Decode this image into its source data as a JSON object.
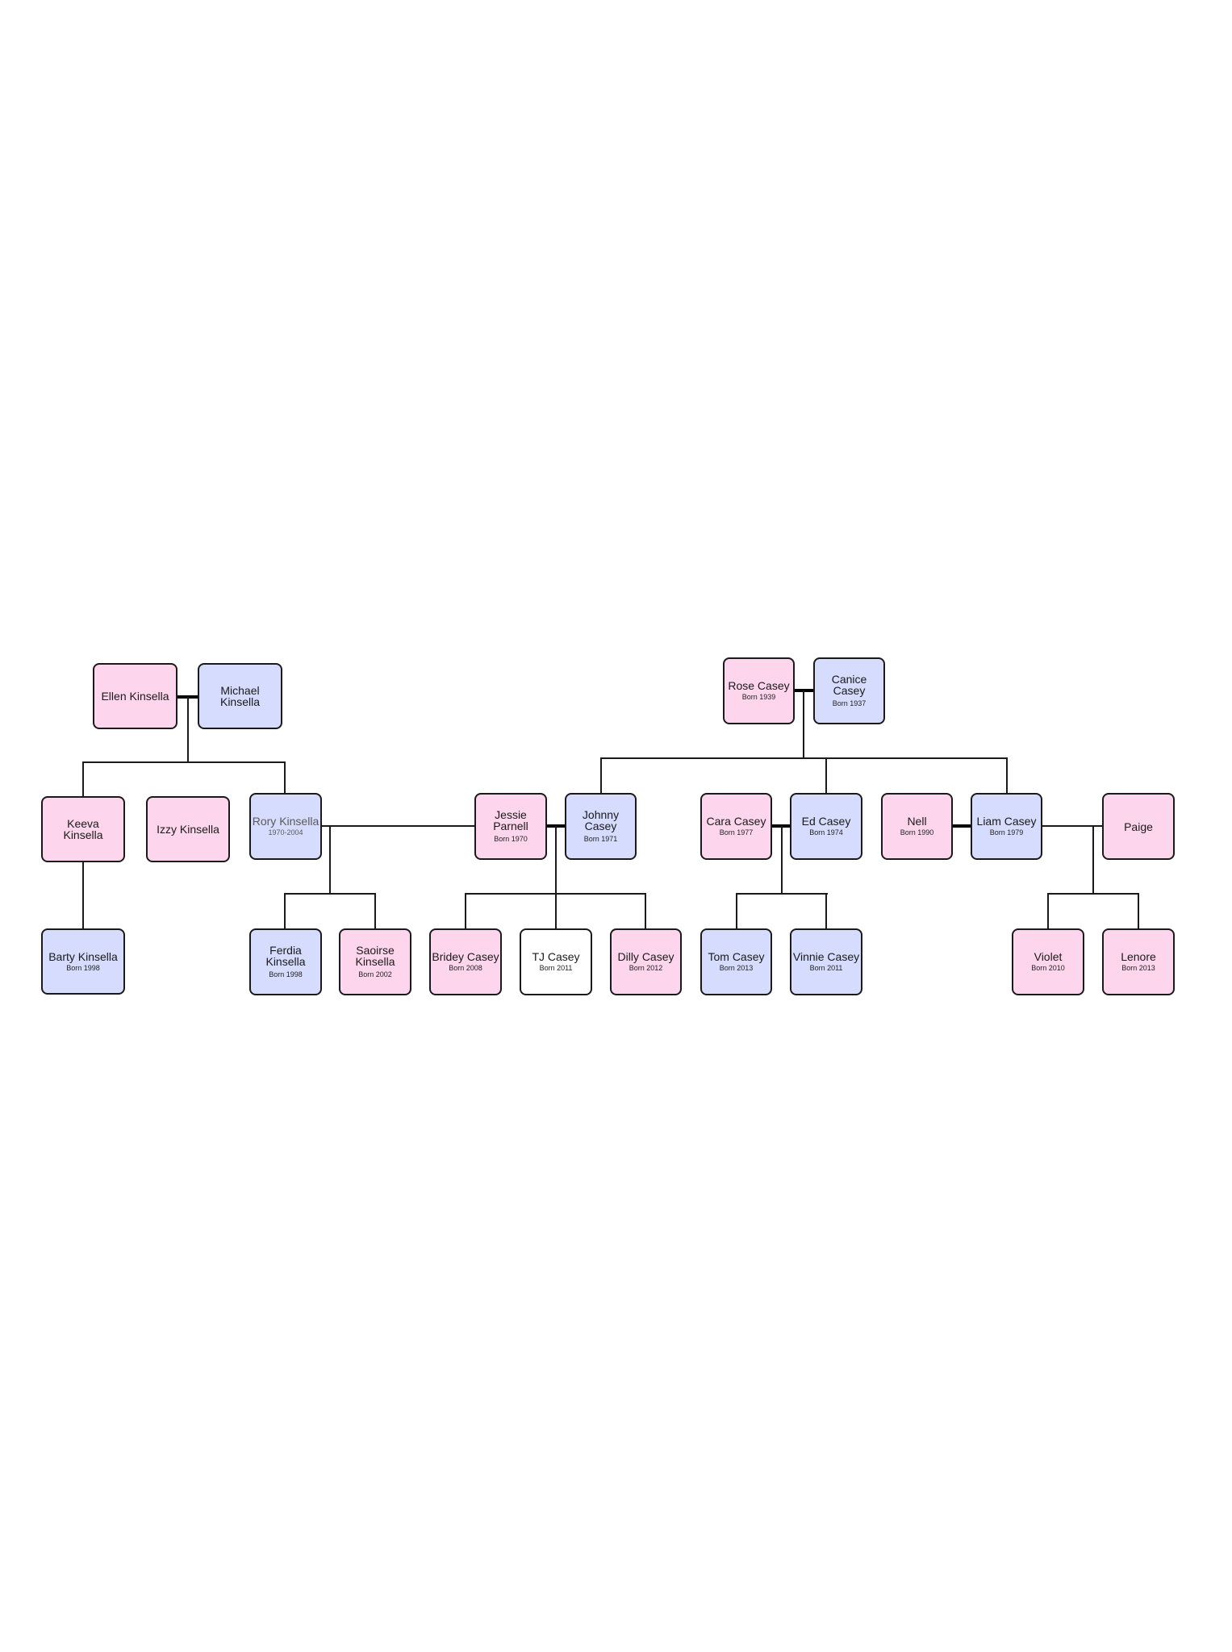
{
  "colors": {
    "female": "#fdd5ec",
    "male": "#d6dcfd",
    "unknown": "#ffffff",
    "border": "#1a1a1a",
    "deceased_text": "#5a5a5a"
  },
  "people": {
    "ellen": {
      "name": "Ellen Kinsella",
      "dates": ""
    },
    "michael": {
      "name": "Michael Kinsella",
      "dates": ""
    },
    "keeva": {
      "name": "Keeva Kinsella",
      "dates": ""
    },
    "izzy": {
      "name": "Izzy Kinsella",
      "dates": ""
    },
    "rory": {
      "name": "Rory Kinsella",
      "dates": "1970-2004"
    },
    "barty": {
      "name": "Barty Kinsella",
      "dates": "Born 1998"
    },
    "ferdia": {
      "name": "Ferdia Kinsella",
      "dates": "Born 1998"
    },
    "saoirse": {
      "name": "Saoirse Kinsella",
      "dates": "Born 2002"
    },
    "rose": {
      "name": "Rose Casey",
      "dates": "Born 1939"
    },
    "canice": {
      "name": "Canice Casey",
      "dates": "Born 1937"
    },
    "jessie": {
      "name": "Jessie Parnell",
      "dates": "Born 1970"
    },
    "johnny": {
      "name": "Johnny Casey",
      "dates": "Born 1971"
    },
    "cara": {
      "name": "Cara Casey",
      "dates": "Born 1977"
    },
    "ed": {
      "name": "Ed Casey",
      "dates": "Born 1974"
    },
    "nell": {
      "name": "Nell",
      "dates": "Born 1990"
    },
    "liam": {
      "name": "Liam Casey",
      "dates": "Born 1979"
    },
    "paige": {
      "name": "Paige",
      "dates": ""
    },
    "bridey": {
      "name": "Bridey Casey",
      "dates": "Born 2008"
    },
    "tj": {
      "name": "TJ Casey",
      "dates": "Born 2011"
    },
    "dilly": {
      "name": "Dilly Casey",
      "dates": "Born 2012"
    },
    "tom": {
      "name": "Tom Casey",
      "dates": "Born 2013"
    },
    "vinnie": {
      "name": "Vinnie Casey",
      "dates": "Born 2011"
    },
    "violet": {
      "name": "Violet",
      "dates": "Born 2010"
    },
    "lenore": {
      "name": "Lenore",
      "dates": "Born 2013"
    }
  },
  "relationships": {
    "couples": [
      [
        "Ellen Kinsella",
        "Michael Kinsella"
      ],
      [
        "Rose Casey",
        "Canice Casey"
      ],
      [
        "Jessie Parnell",
        "Johnny Casey"
      ],
      [
        "Cara Casey",
        "Ed Casey"
      ],
      [
        "Nell",
        "Liam Casey"
      ]
    ],
    "partners": [
      [
        "Rory Kinsella",
        "Jessie Parnell"
      ],
      [
        "Liam Casey",
        "Paige"
      ]
    ]
  }
}
